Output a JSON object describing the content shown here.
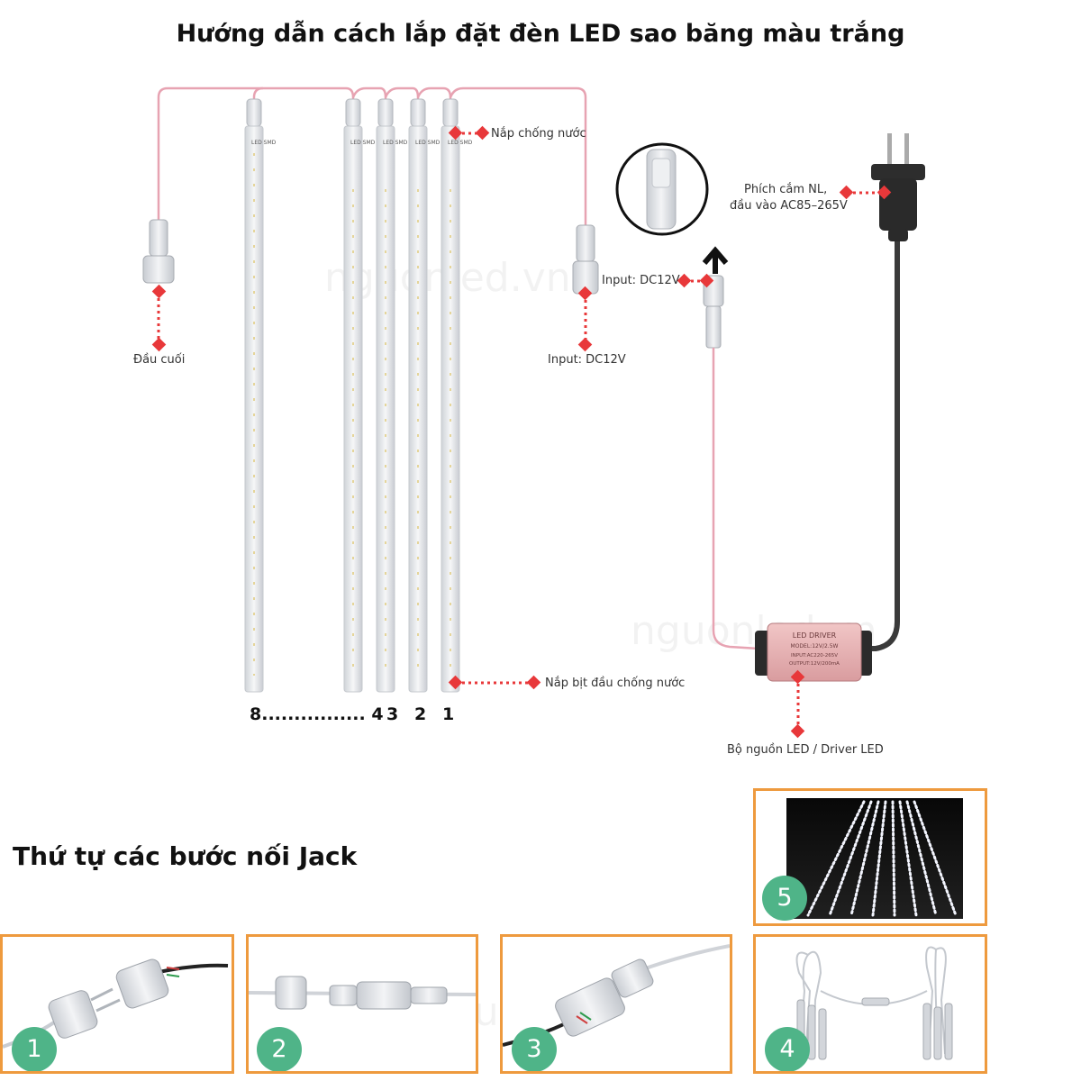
{
  "title": "Hướng dẫn cách lắp đặt đèn LED sao băng màu trắng",
  "labels": {
    "waterproof_cap": "Nắp chống nước",
    "plug": "Phích cắm NL,",
    "plug_input": "đầu vào AC85–265V",
    "end": "Đầu cuối",
    "input_left": "Input: DC12V",
    "input_right": "Input: DC12V",
    "end_cap": "Nắp bịt đầu chống nước",
    "driver": "Bộ nguồn LED / Driver LED"
  },
  "tube_numbers": {
    "range": "8................ 4",
    "n3": "3",
    "n2": "2",
    "n1": "1"
  },
  "driver_text": {
    "line1": "LED DRIVER",
    "line2": "MODEL:12V/2.5W",
    "line3": "INPUT:AC220-265V",
    "line4": "OUTPUT:12V/200mA"
  },
  "tube_text": "LED SMD",
  "watermark": "nguonled.vn",
  "steps_title": "Thứ tự các bước nối Jack",
  "steps": [
    {
      "number": "1"
    },
    {
      "number": "2"
    },
    {
      "number": "3"
    },
    {
      "number": "4"
    },
    {
      "number": "5"
    }
  ],
  "colors": {
    "marker": "#e8383a",
    "wire": "#e7a3b2",
    "panel_border": "#ee9a3e",
    "badge": "#4fb488"
  }
}
